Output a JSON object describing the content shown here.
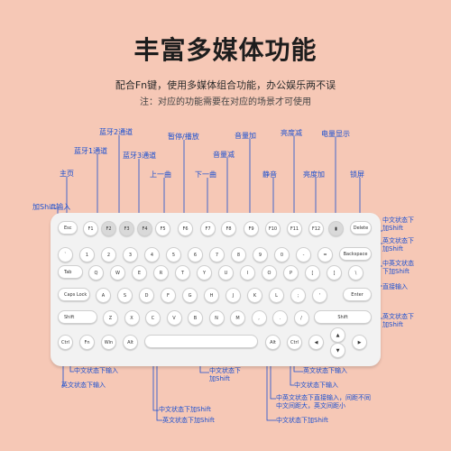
{
  "title": "丰富多媒体功能",
  "subtitle": "配合Fn键，使用多媒体组合功能，办公娱乐两不误",
  "note": "注：对应的功能需要在对应的场景才可使用",
  "labels_top": {
    "bt2": "蓝牙2通道",
    "pause": "暂停/播放",
    "vol_up": "音量加",
    "bright_down": "亮度减",
    "battery": "电量显示",
    "bt1": "蓝牙1通道",
    "bt3": "蓝牙3通道",
    "vol_down": "音量减",
    "home": "主页",
    "prev": "上一曲",
    "next": "下一曲",
    "mute": "静音",
    "bright_up": "亮度加",
    "lock": "锁屏",
    "add_shift": "加Shift输入"
  },
  "labels_right": {
    "r1a": "中文状态下",
    "r1b": "加Shift",
    "r2a": "英文状态下",
    "r2b": "加Shift",
    "r3a": "中英文状态",
    "r3b": "下加Shift",
    "r4": "直接输入",
    "r5a": "英文状态下",
    "r5b": "加Shift"
  },
  "labels_bottom": {
    "b1": "中文状态下输入",
    "b2": "英文状态下输入",
    "b3a": "中文状态下",
    "b3b": "加Shift",
    "b4": "英文状态下输入",
    "b5": "中文状态下输入",
    "b6a": "中英文状态下直接输入，间距不同",
    "b6b": "中文间距大，英文间距小",
    "b7": "中文状态下加Shift",
    "b8": "英文状态下加Shift",
    "b9": "中文状态下加Shift"
  },
  "keys": {
    "esc": "Esc",
    "f1": "F1",
    "f2": "F2",
    "f3": "F3",
    "f4": "F4",
    "f5": "F5",
    "f6": "F6",
    "f7": "F7",
    "f8": "F8",
    "f9": "F9",
    "f10": "F10",
    "f11": "F11",
    "f12": "F12",
    "delete": "Delete",
    "backspace": "Backspace",
    "tab": "Tab",
    "caps": "Caps Lock",
    "enter": "Enter",
    "shift_l": "Shift",
    "shift_r": "Shift",
    "ctrl": "Ctrl",
    "fn": "Fn",
    "win": "Win",
    "alt_l": "Alt",
    "alt_r": "Alt",
    "ctrl_r": "Ctrl",
    "row_num": [
      "`",
      "1",
      "2",
      "3",
      "4",
      "5",
      "6",
      "7",
      "8",
      "9",
      "0",
      "-",
      "="
    ],
    "row_q": [
      "Q",
      "W",
      "E",
      "R",
      "T",
      "Y",
      "U",
      "I",
      "O",
      "P",
      "[",
      "]",
      "\\"
    ],
    "row_a": [
      "A",
      "S",
      "D",
      "F",
      "G",
      "H",
      "J",
      "K",
      "L",
      ";",
      "'"
    ],
    "row_z": [
      "Z",
      "X",
      "C",
      "V",
      "B",
      "N",
      "M",
      ",",
      ".",
      "/"
    ],
    "arrows": [
      "◀",
      "▲",
      "▼",
      "▶"
    ]
  },
  "colors": {
    "background": "#f6c8b6",
    "label": "#1a4fd1",
    "keyboard": "#f2f2f2"
  }
}
